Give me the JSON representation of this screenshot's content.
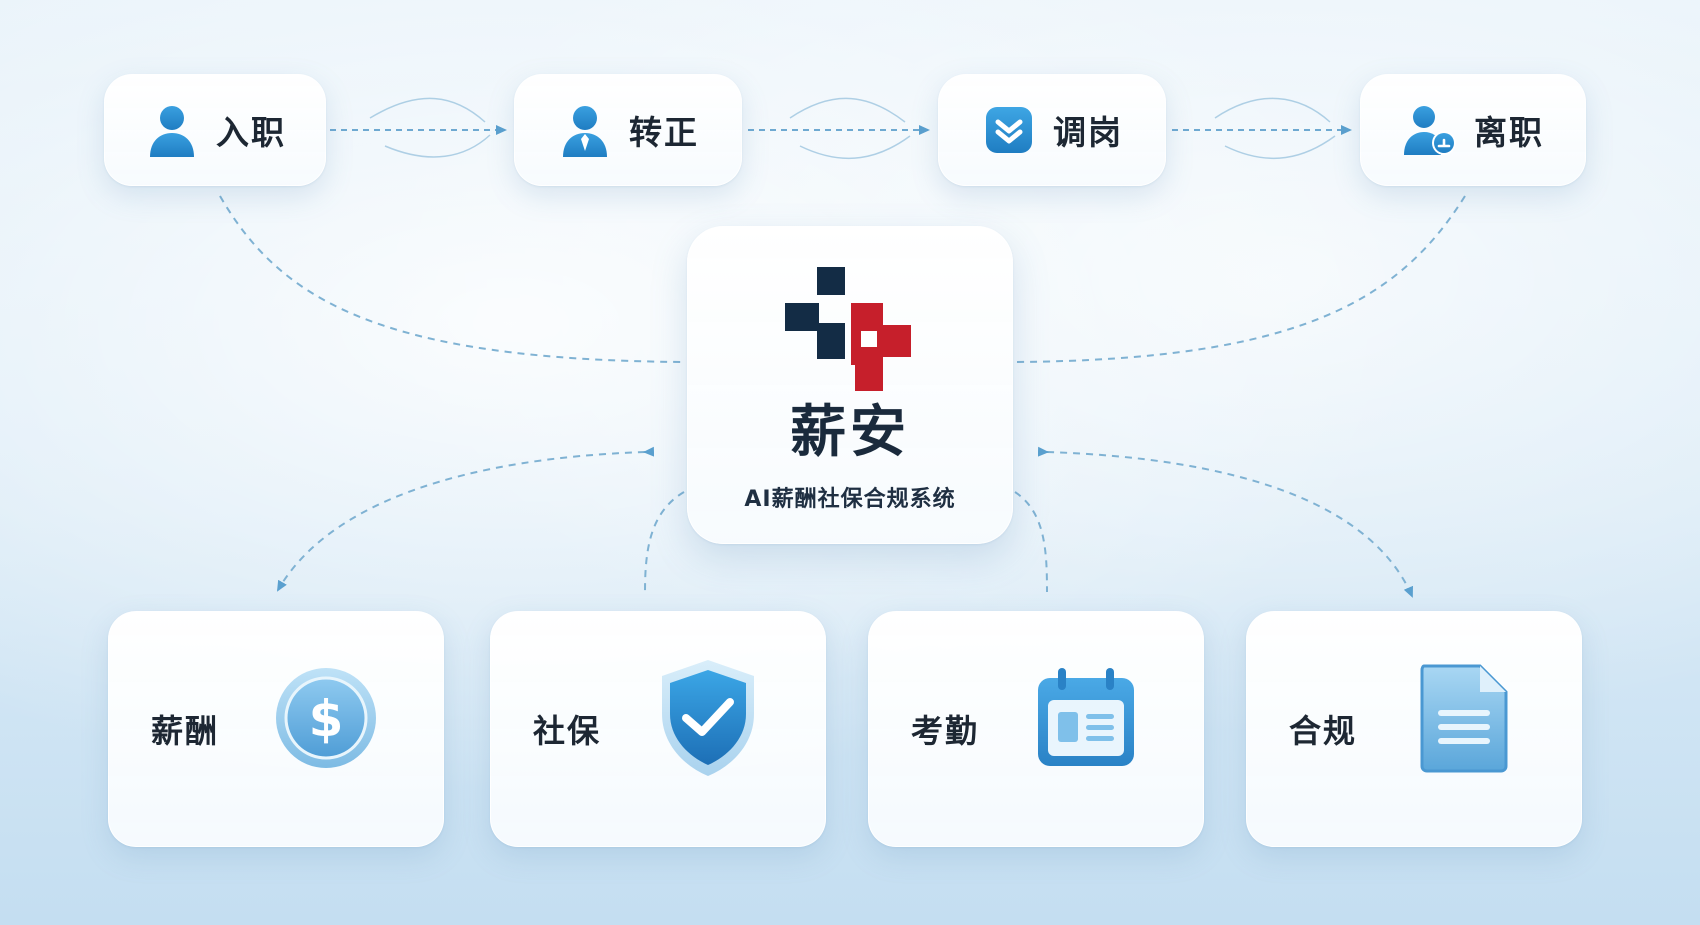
{
  "lifecycle": {
    "stages": [
      {
        "id": "onboard",
        "label": "入职",
        "icon": "user-icon"
      },
      {
        "id": "regularize",
        "label": "转正",
        "icon": "user-tie-icon"
      },
      {
        "id": "transfer",
        "label": "调岗",
        "icon": "chevron-down-badge-icon"
      },
      {
        "id": "offboard",
        "label": "离职",
        "icon": "user-exit-icon"
      }
    ]
  },
  "center": {
    "brand": "薪安",
    "tagline": "AI薪酬社保合规系统",
    "logo_colors": {
      "dark": "#132c45",
      "red": "#c61f2b"
    }
  },
  "modules": [
    {
      "id": "salary",
      "label": "薪酬",
      "icon": "dollar-coin-icon"
    },
    {
      "id": "social",
      "label": "社保",
      "icon": "shield-check-icon"
    },
    {
      "id": "attendance",
      "label": "考勤",
      "icon": "calendar-icon"
    },
    {
      "id": "compliance",
      "label": "合规",
      "icon": "document-icon"
    }
  ],
  "colors": {
    "accent": "#2f8fd0",
    "connector": "#7fb2d3",
    "text": "#1d2733"
  }
}
